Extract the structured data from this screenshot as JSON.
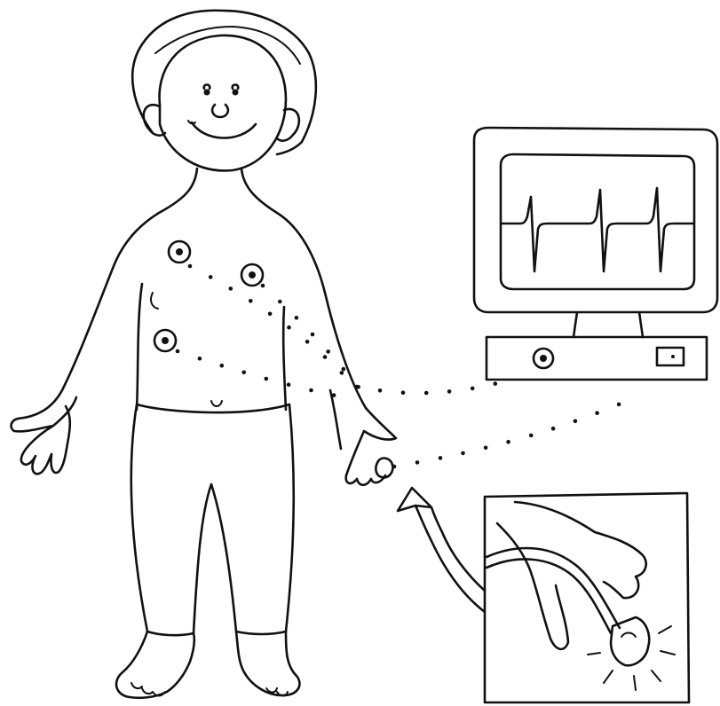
{
  "illustration": {
    "subject": "child-figure",
    "elements": [
      "child",
      "ecg-electrodes",
      "pulse-oximeter-probe",
      "patient-monitor",
      "lead-wires",
      "inset-magnified-finger"
    ],
    "colors": {
      "ink": "#111111",
      "background": "#ffffff"
    },
    "electrode_count": 3,
    "monitor_waveform_beats": 3
  }
}
